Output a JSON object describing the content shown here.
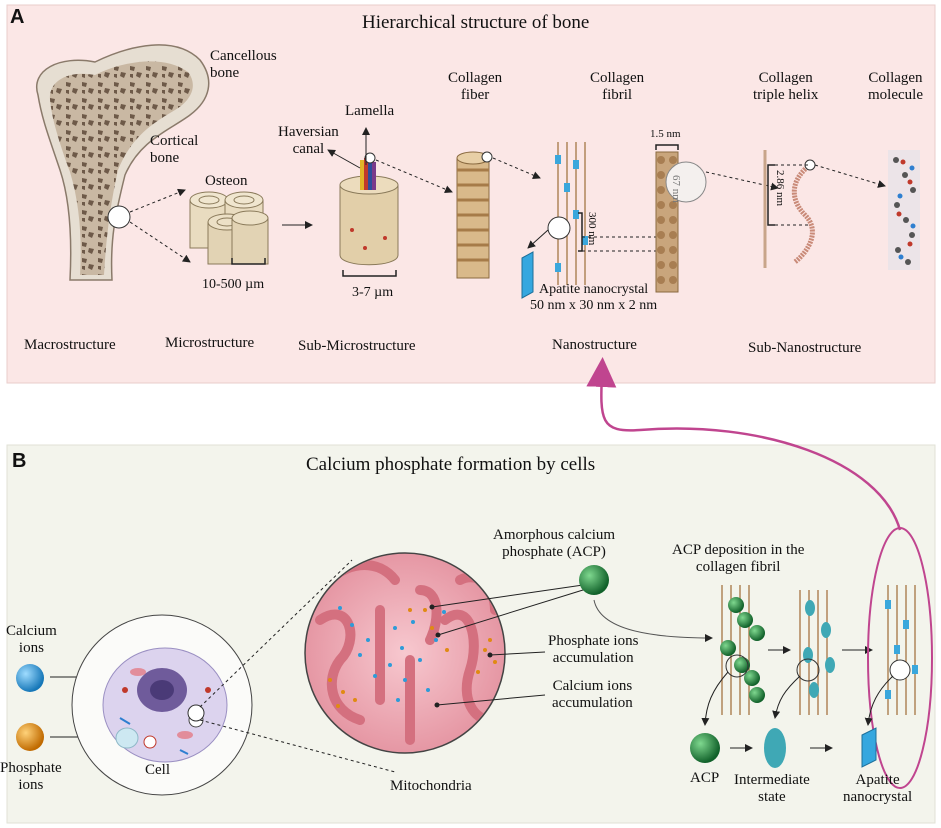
{
  "panel_a": {
    "letter": "A",
    "title": "Hierarchical structure of bone",
    "labels": {
      "cancellous": "Cancellous\nbone",
      "cortical": "Cortical\nbone",
      "osteon": "Osteon",
      "lamella": "Lamella",
      "haversian": "Haversian\ncanal",
      "collagen_fiber": "Collagen\nfiber",
      "collagen_fibril": "Collagen\nfibril",
      "triple_helix": "Collagen\ntriple helix",
      "collagen_molecule": "Collagen\nmolecule",
      "osteon_size": "10-500 µm",
      "lamella_size": "3-7 µm",
      "fibril_width": "1.5 nm",
      "gap_67": "67 nm",
      "gap_300": "300 nm",
      "helix_pitch": "2.86 nm",
      "apatite": "Apatite nanocrystal\n50 nm x 30 nm x 2 nm"
    },
    "scales": {
      "macro": "Macrostructure",
      "micro": "Microstructure",
      "submicro": "Sub-Microstructure",
      "nano": "Nanostructure",
      "subnano": "Sub-Nanostructure"
    }
  },
  "panel_b": {
    "letter": "B",
    "title": "Calcium phosphate formation by cells",
    "labels": {
      "calcium_ions": "Calcium\nions",
      "phosphate_ions": "Phosphate\nions",
      "cell": "Cell",
      "mitochondria": "Mitochondria",
      "acp_top": "Amorphous calcium\nphosphate (ACP)",
      "phosphate_acc": "Phosphate ions\naccumulation",
      "calcium_acc": "Calcium ions\naccumulation",
      "acp_deposition": "ACP deposition in the\ncollagen fibril",
      "acp": "ACP",
      "intermediate": "Intermediate\nstate",
      "apatite_nc": "Apatite\nnanocrystal"
    }
  },
  "colors": {
    "panel_a_bg": "#fbe7e6",
    "panel_b_bg": "#f3f4ec",
    "arrow_magenta": "#c0458f",
    "calcium_blue": "#2e9bd8",
    "phosphate_orange": "#e08a12",
    "acp_green": "#2d8a3e",
    "collagen_brown": "#b0855a",
    "mito_pink": "#e89aa4"
  }
}
